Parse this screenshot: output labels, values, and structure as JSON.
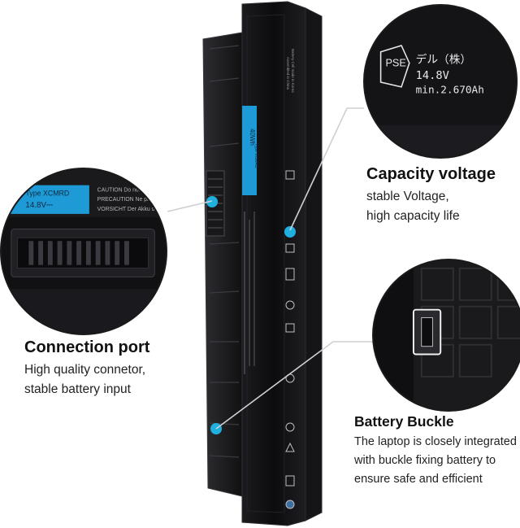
{
  "callouts": {
    "capacity": {
      "heading": "Capacity voltage",
      "lines": [
        "stable Voltage,",
        "high capacity life"
      ]
    },
    "port": {
      "heading": "Connection port",
      "lines": [
        "High quality connetor,",
        "stable battery input"
      ]
    },
    "buckle": {
      "heading": "Battery Buckle",
      "lines": [
        "The laptop is closely integrated",
        "with buckle fixing battery to",
        "ensure safe and efficient"
      ]
    }
  },
  "zoom_labels": {
    "pse_mark": "PSE",
    "japanese_text": "デル（株）",
    "voltage": "14.8V",
    "capacity": "min.2.670Ah",
    "type_label": "Type XCMRD",
    "type_voltage": "14.8V⎓",
    "caution_1": "CAUTION Do not",
    "caution_2": "PRECAUTION Ne pas",
    "caution_3": "VORSICHT Der Akku darf"
  },
  "battery_labels": {
    "sticker_watts": "40Wh",
    "sticker_type": "Type XCMRD",
    "sticker_volt": "14.8V",
    "assembled": "Battery Cell made in Korea",
    "assembled_2": "Assembled in China"
  },
  "colors": {
    "accent": "#1fb0e0",
    "sticker_blue": "#1e9ad6",
    "battery_black": "#0e0e10",
    "battery_edge": "#2a2a2e"
  }
}
